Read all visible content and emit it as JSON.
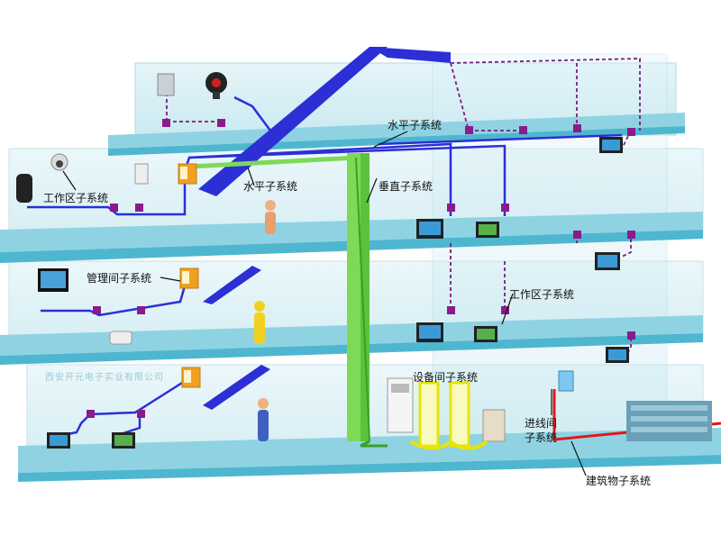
{
  "labels": {
    "horizontal_top": "水平子系统",
    "horizontal_mid": "水平子系统",
    "vertical": "垂直子系统",
    "work_area_top": "工作区子系统",
    "work_area_right": "工作区子系统",
    "management_room": "管理间子系统",
    "equipment_room": "设备间子系统",
    "entrance_line1": "进线间",
    "entrance_line2": "子系统",
    "building_group": "建筑物子系统"
  },
  "watermark": "西安开元电子实业有限公司",
  "colors": {
    "floor_top": "#8fd3e3",
    "floor_side": "#4fb6cf",
    "wall": "#cfecf3",
    "horizontal_cable": "#2c2fd6",
    "vertical_cable": "#7ed957",
    "drop_wire": "#7a1f7a",
    "outlet": "#8b1a8b",
    "entrance_cable": "#e01818",
    "connector": "#f0a020"
  }
}
